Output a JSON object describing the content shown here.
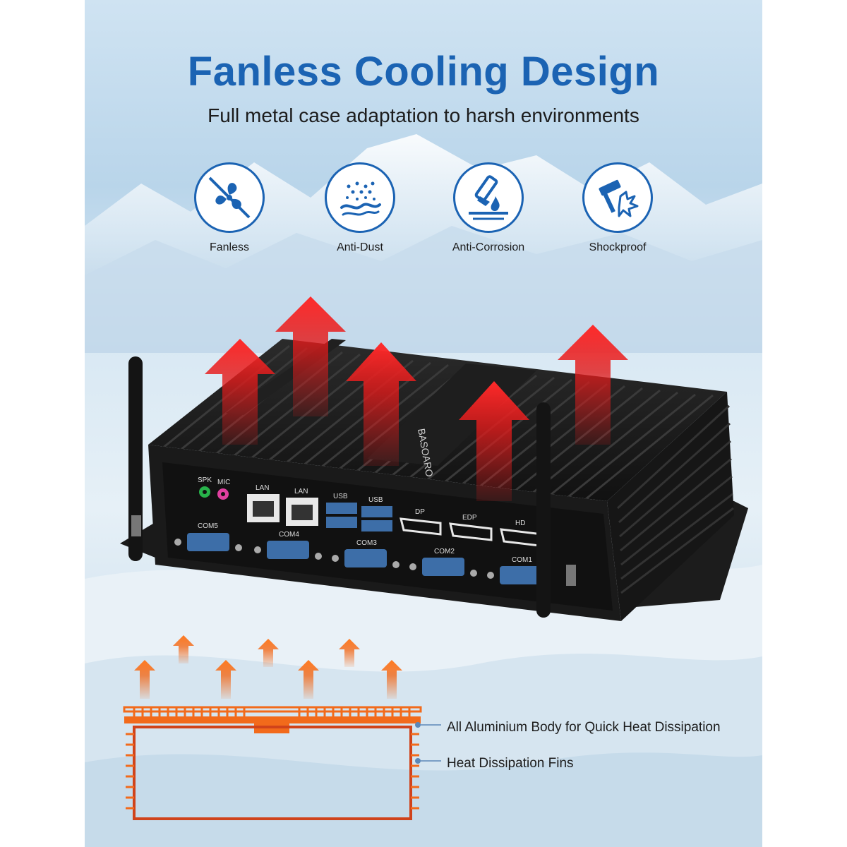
{
  "header": {
    "title": "Fanless Cooling Design",
    "subtitle": "Full metal case adaptation to harsh environments"
  },
  "features": [
    {
      "label": "Fanless",
      "icon": "no-fan-icon"
    },
    {
      "label": "Anti-Dust",
      "icon": "dust-icon"
    },
    {
      "label": "Anti-Corrosion",
      "icon": "corrosion-icon"
    },
    {
      "label": "Shockproof",
      "icon": "shockproof-icon"
    }
  ],
  "device": {
    "brand": "BASOARO",
    "audio": [
      "SPK",
      "MIC"
    ],
    "lan": [
      "LAN",
      "LAN"
    ],
    "usb": [
      "USB",
      "USB"
    ],
    "video": [
      "DP",
      "EDP",
      "HD"
    ],
    "com": [
      "COM5",
      "COM4",
      "COM3",
      "COM2",
      "COM1"
    ]
  },
  "diagram": {
    "callout_body": "All Aluminium Body for Quick Heat Dissipation",
    "callout_fins": "Heat Dissipation Fins"
  },
  "colors": {
    "accent": "#1b63b3",
    "heat_red": "#e01b1b",
    "heat_orange": "#f26a1b",
    "case": "#1a1a1a",
    "port_blue": "#3d6ea8"
  }
}
